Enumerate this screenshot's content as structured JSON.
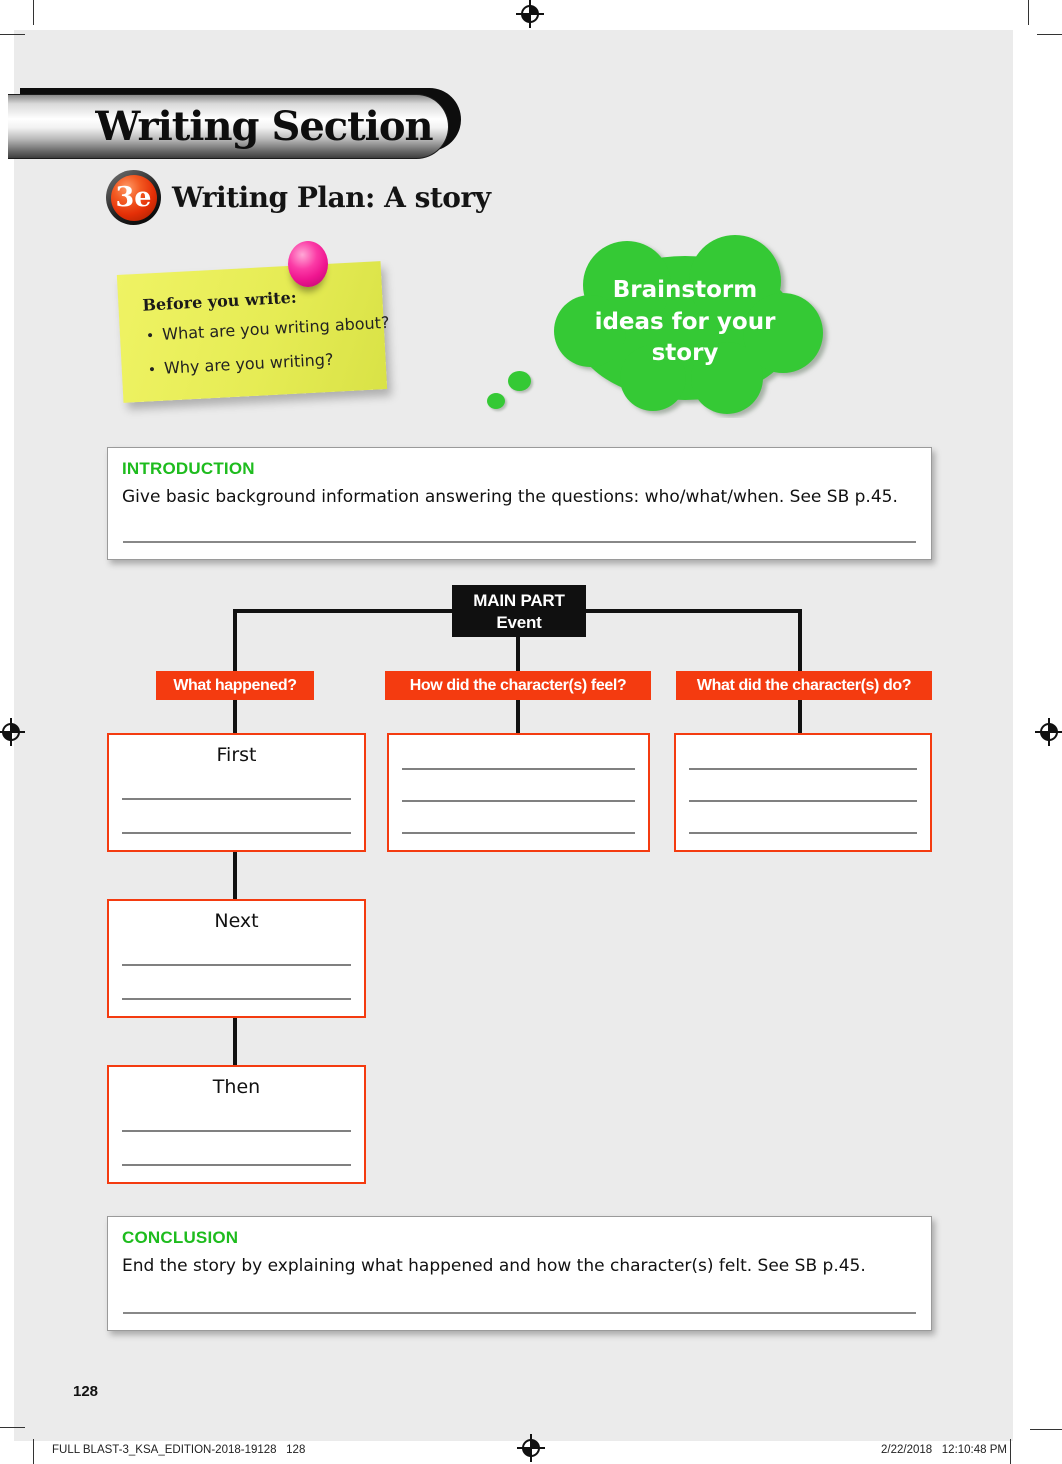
{
  "colors": {
    "page_bg": "#ebebeb",
    "accent_orange": "#f43b10",
    "accent_green": "#1ebc1e",
    "bubble_green": "#35c935",
    "sticky_yellow": "#e8ee58",
    "pin_pink": "#ef1690"
  },
  "header": {
    "banner_title": "Writing Section",
    "badge": "3e",
    "lesson_title": "Writing Plan: A story"
  },
  "sticky_note": {
    "title": "Before you write:",
    "bullets": [
      "What are you writing about?",
      "Why are you writing?"
    ]
  },
  "thought_bubble": {
    "text": "Brainstorm ideas for your story",
    "lines": [
      "Brainstorm",
      "ideas for your",
      "story"
    ]
  },
  "introduction": {
    "title": "INTRODUCTION",
    "body": "Give basic background information answering the questions: who/what/when. See SB p.45."
  },
  "flowchart": {
    "root": {
      "line1": "MAIN PART",
      "line2": "Event"
    },
    "branches": [
      {
        "label": "What happened?",
        "boxes": [
          {
            "label": "First"
          },
          {
            "label": "Next"
          },
          {
            "label": "Then"
          }
        ]
      },
      {
        "label": "How did the character(s) feel?",
        "boxes": [
          {
            "label": ""
          }
        ]
      },
      {
        "label": "What did the character(s) do?",
        "boxes": [
          {
            "label": ""
          }
        ]
      }
    ]
  },
  "conclusion": {
    "title": "CONCLUSION",
    "body": "End the story by explaining what happened and how the character(s) felt. See SB p.45."
  },
  "footer": {
    "page_number": "128",
    "left": "FULL BLAST-3_KSA_EDITION-2018-19128   128",
    "right": "2/22/2018   12:10:48 PM"
  }
}
